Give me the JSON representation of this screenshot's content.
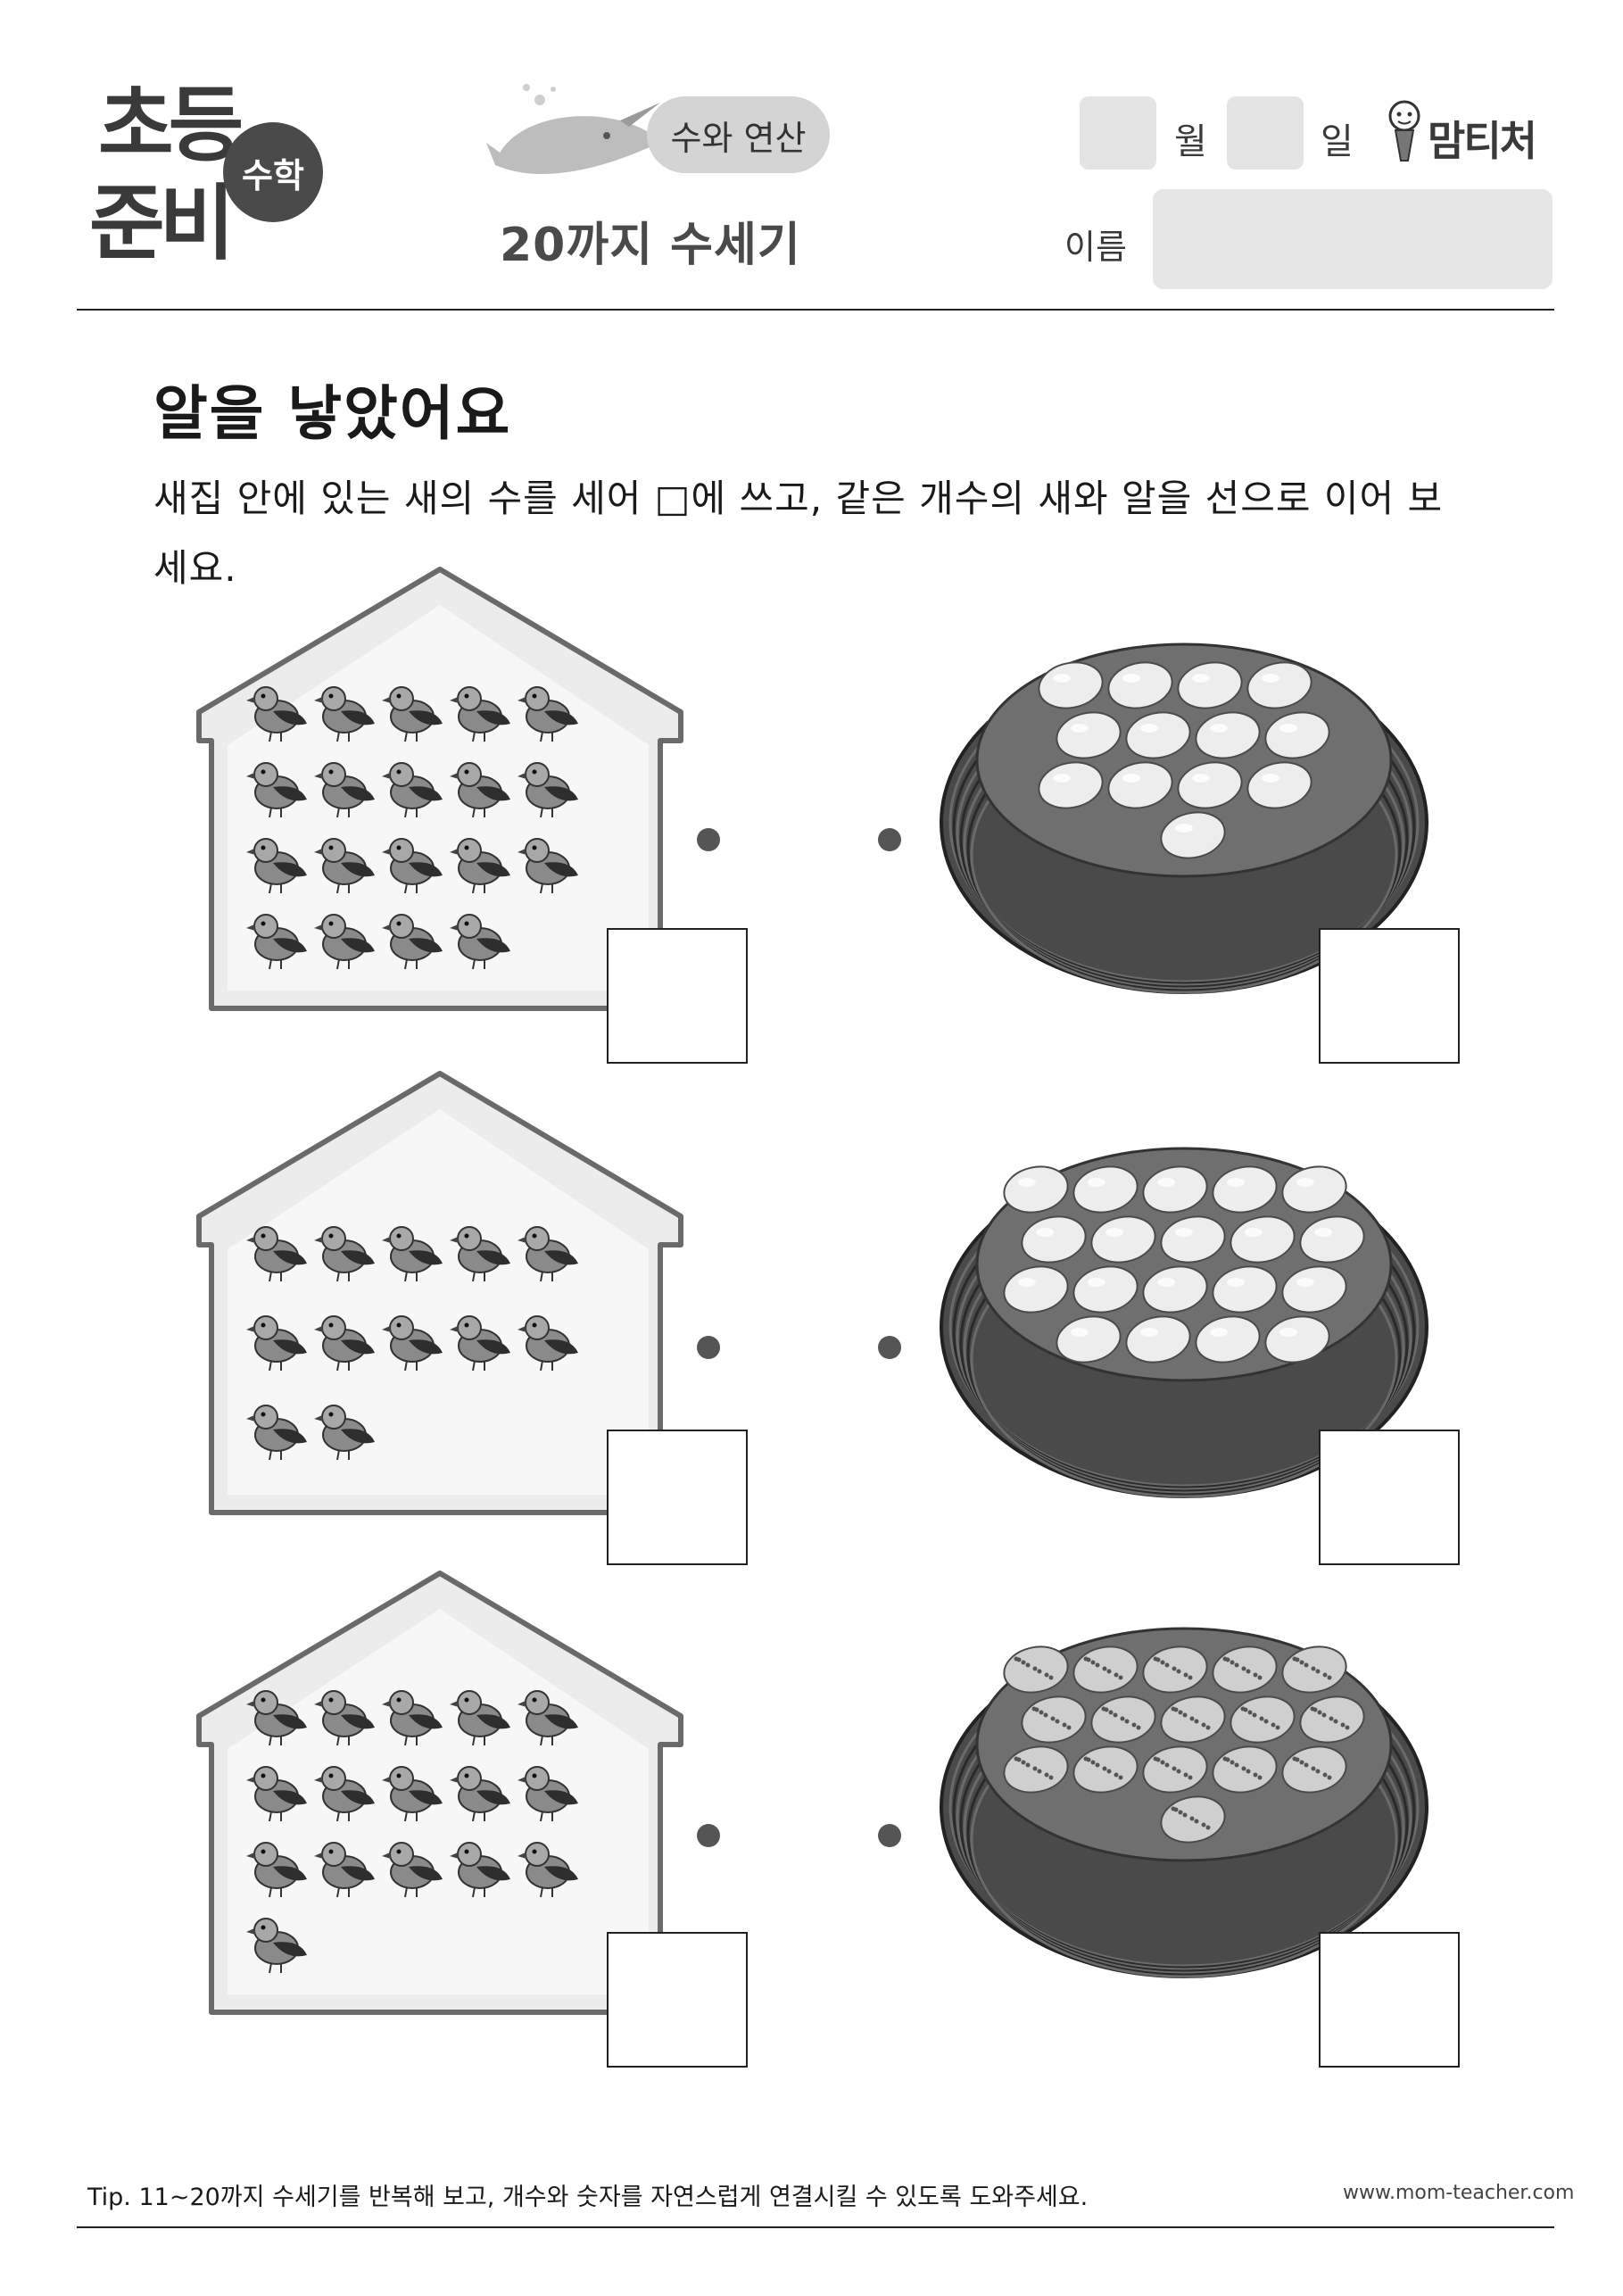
{
  "header": {
    "logo": {
      "line1": "초등",
      "line2": "준비",
      "badge": "수학"
    },
    "category": "수와 연산",
    "subtitle": "20까지 수세기",
    "date": {
      "month_label": "월",
      "day_label": "일"
    },
    "brand": "맘티처",
    "name_label": "이름"
  },
  "content": {
    "title": "알을 낳았어요",
    "instruction": "새집 안에 있는 새의 수를 세어 □에 쓰고, 같은 개수의 새와 알을 선으로 이어 보세요.",
    "rows": [
      {
        "bird_count": 19,
        "egg_count": 13
      },
      {
        "bird_count": 12,
        "egg_count": 19
      },
      {
        "bird_count": 16,
        "egg_count": 16
      }
    ]
  },
  "colors": {
    "ink": "#2a2a2a",
    "pill": "#d4d4d4",
    "input_box": "#e6e6e6",
    "nest": "#3a3a3a"
  },
  "footer": {
    "tip": "Tip. 11~20까지 수세기를 반복해 보고, 개수와 숫자를 자연스럽게 연결시킬 수 있도록 도와주세요.",
    "site": "www.mom-teacher.com"
  }
}
